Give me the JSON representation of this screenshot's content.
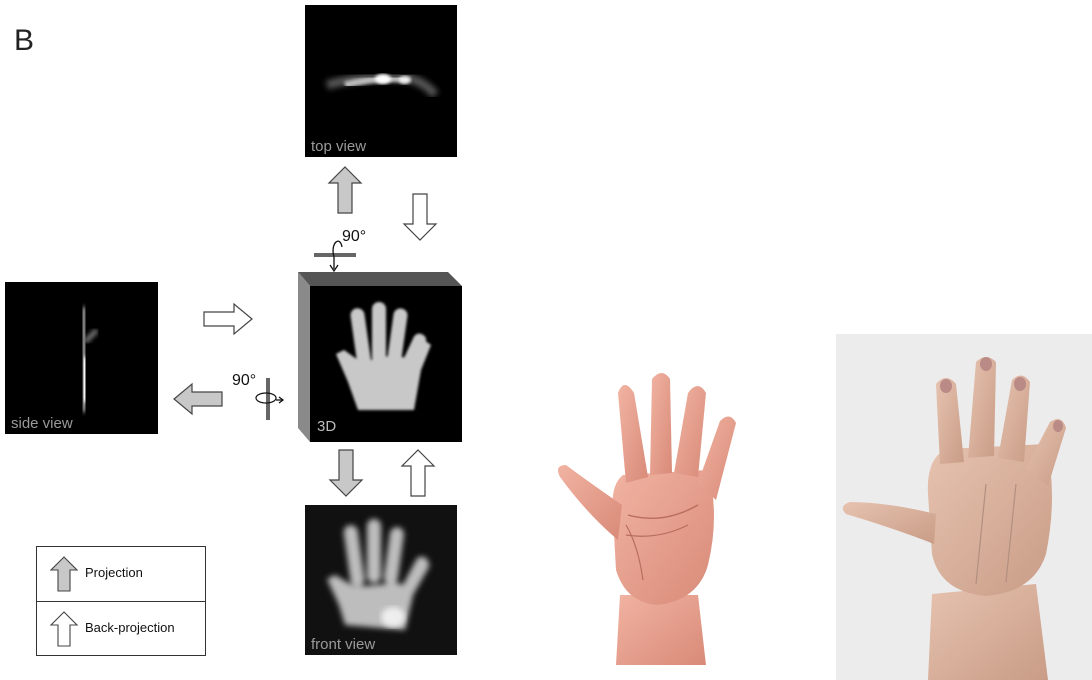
{
  "panel_label": "B",
  "views": {
    "top": "top view",
    "side": "side view",
    "cube": "3D",
    "front": "front view"
  },
  "rotations": {
    "top": "90°",
    "side": "90°"
  },
  "legend": {
    "projection": "Projection",
    "back_projection": "Back-projection"
  },
  "colors": {
    "projection_arrow": "#c8c8c8",
    "back_projection_arrow": "#ffffff",
    "skin_palm": "#e8a08f",
    "skin_back": "#d8b3a0"
  }
}
